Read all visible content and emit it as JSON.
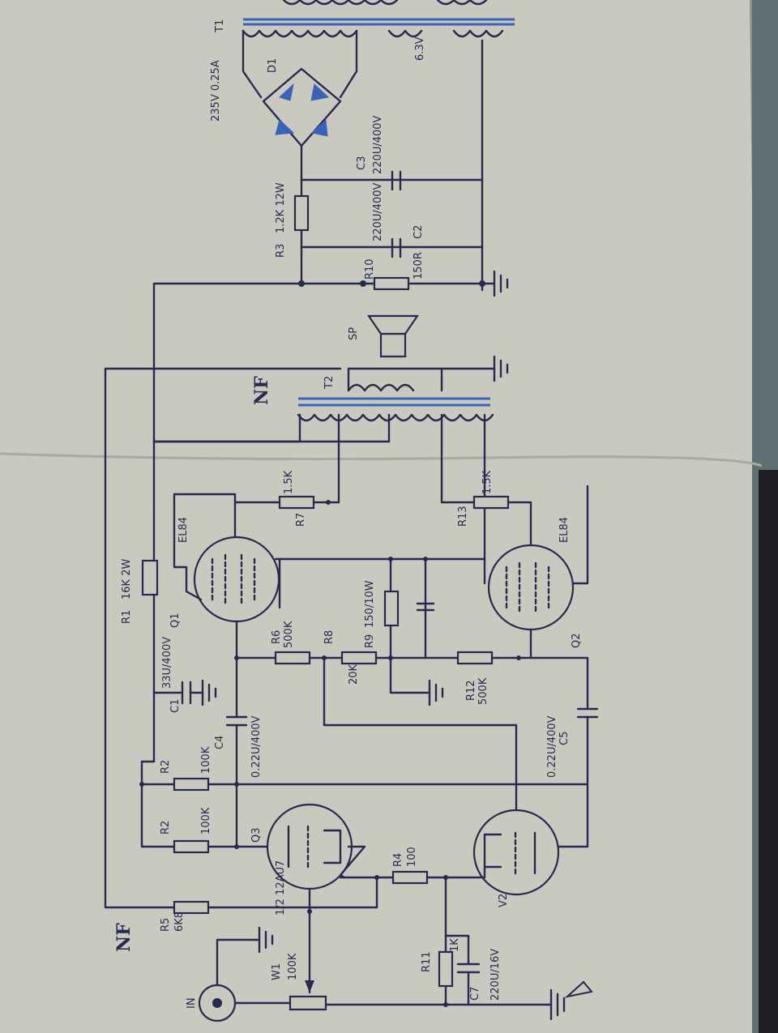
{
  "labels": {
    "t1": "T1",
    "t1_primary": "235V 0.25A",
    "t1_heater": "6.3V",
    "d1": "D1",
    "c3": "C3",
    "c3_value": "220U/400V",
    "r3": "R3",
    "r3_value": "1.2K 12W",
    "c2": "C2",
    "c2_value": "220U/400V",
    "r10": "R10",
    "r10_value": "150R",
    "nf_top": "NF",
    "t2": "T2",
    "sp": "SP",
    "r1": "R1",
    "r1_value": "16K 2W",
    "q1": "Q1",
    "q1_type": "EL84",
    "r7": "R7",
    "r7_value": "1.5K",
    "r6": "R6",
    "r6_value": "500K",
    "r9": "R9",
    "r9_value": "150/10W",
    "r8": "R8",
    "r8_value": "20K",
    "c1": "C1",
    "c1_value": "33U/400V",
    "c4": "C4",
    "c4_value": "0.22U/400V",
    "c5": "C5",
    "c5_value": "0.22U/400V",
    "r12": "R12",
    "r12_value": "500K",
    "r13": "R13",
    "r13_value": "1.5K",
    "q2": "Q2",
    "q2_type": "EL84",
    "r2a": "R2",
    "r2a_value": "100K",
    "r2b": "R2",
    "r2b_value": "100K",
    "q3": "Q3",
    "q3_type": "1/2 12AU7",
    "r4": "R4",
    "r4_value": "100",
    "v2": "V2",
    "r5": "R5",
    "r5_value": "6K8",
    "nf_bottom": "NF",
    "w1": "W1",
    "w1_value": "100K",
    "in": "IN",
    "r11": "R11",
    "r11_value": "1K",
    "c7": "C7",
    "c7_value": "220U/16V"
  },
  "colors": {
    "ink": "#262a4e",
    "paper": "#c9c9c0",
    "blue": "#3a62b8"
  }
}
